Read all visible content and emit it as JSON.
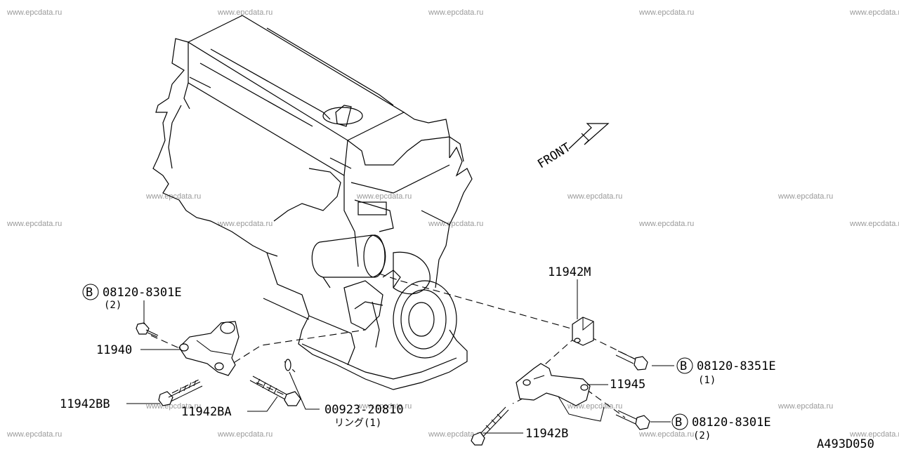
{
  "watermark": "www.epcdata.ru",
  "front_label": "FRONT",
  "diagram_code": "A493D050",
  "callouts": {
    "c11942M": "11942M",
    "c08120_8301E_top": "08120-8301E",
    "c08120_8301E_top_qty": "(2)",
    "c11940": "11940",
    "c11942BB": "11942BB",
    "c11942BA": "11942BA",
    "c00923": "00923-20810",
    "c00923_sub": "リング(1)",
    "c08120_8351E": "08120-8351E",
    "c08120_8351E_qty": "(1)",
    "c11945": "11945",
    "c11942B": "11942B",
    "c08120_8301E_bot": "08120-8301E",
    "c08120_8301E_bot_qty": "(2)",
    "bolt_mark": "B"
  }
}
